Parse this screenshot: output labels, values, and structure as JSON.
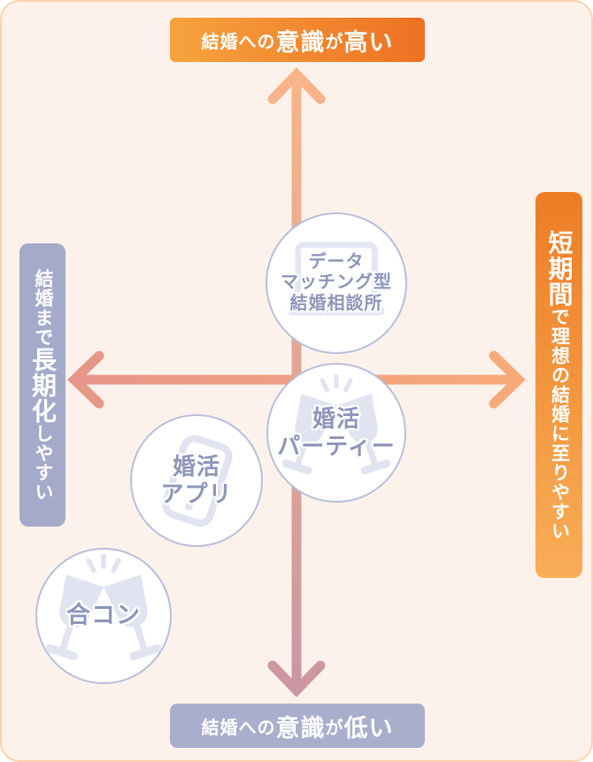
{
  "quadrant_labels": {
    "top": {
      "full": "結婚への意識が高い",
      "seg1": "結婚への",
      "seg2": "意識",
      "seg3": "が",
      "seg4": "高い"
    },
    "bottom": {
      "full": "結婚への意識が低い",
      "seg1": "結婚への",
      "seg2": "意識",
      "seg3": "が",
      "seg4": "低い"
    },
    "left": {
      "full": "結婚まで長期化しやすい",
      "seg1": "結婚まで",
      "seg2": "長期化",
      "seg3": "しやすい"
    },
    "right": {
      "full": "短期間で理想の結婚に至りやすい",
      "seg1": "短期間",
      "seg2": "で理想の結婚に至りやすい"
    }
  },
  "items": [
    {
      "id": "data-matching-agency",
      "icon": "laptop-icon",
      "line1": "データ",
      "line2": "マッチング型",
      "line3": "結婚相談所"
    },
    {
      "id": "konkatsu-party",
      "icon": "toasting-glasses-icon",
      "line1": "婚活",
      "line2": "パーティー"
    },
    {
      "id": "konkatsu-app",
      "icon": "smartphone-icon",
      "line1": "婚活",
      "line2": "アプリ"
    },
    {
      "id": "goukon",
      "icon": "toasting-glasses-icon",
      "line1": "合コン"
    }
  ],
  "colors": {
    "background": "#fdf2eb",
    "frame_border": "#fbd2ad",
    "top_banner_gradient": [
      "#f6a33e",
      "#ee7123"
    ],
    "bottom_banner": "#a9aecd",
    "left_banner": "#a4aac9",
    "right_banner_gradient": [
      "#ee7d26",
      "#f8ae57"
    ],
    "vertical_axis_gradient": [
      "#f9b488",
      "#cb96a2"
    ],
    "horizontal_axis_gradient": [
      "#e6968a",
      "#f9aa7a"
    ],
    "circle_border": "#b9bedb",
    "circle_text": "#8e95ba",
    "icon_color": "#e1e4f0"
  }
}
